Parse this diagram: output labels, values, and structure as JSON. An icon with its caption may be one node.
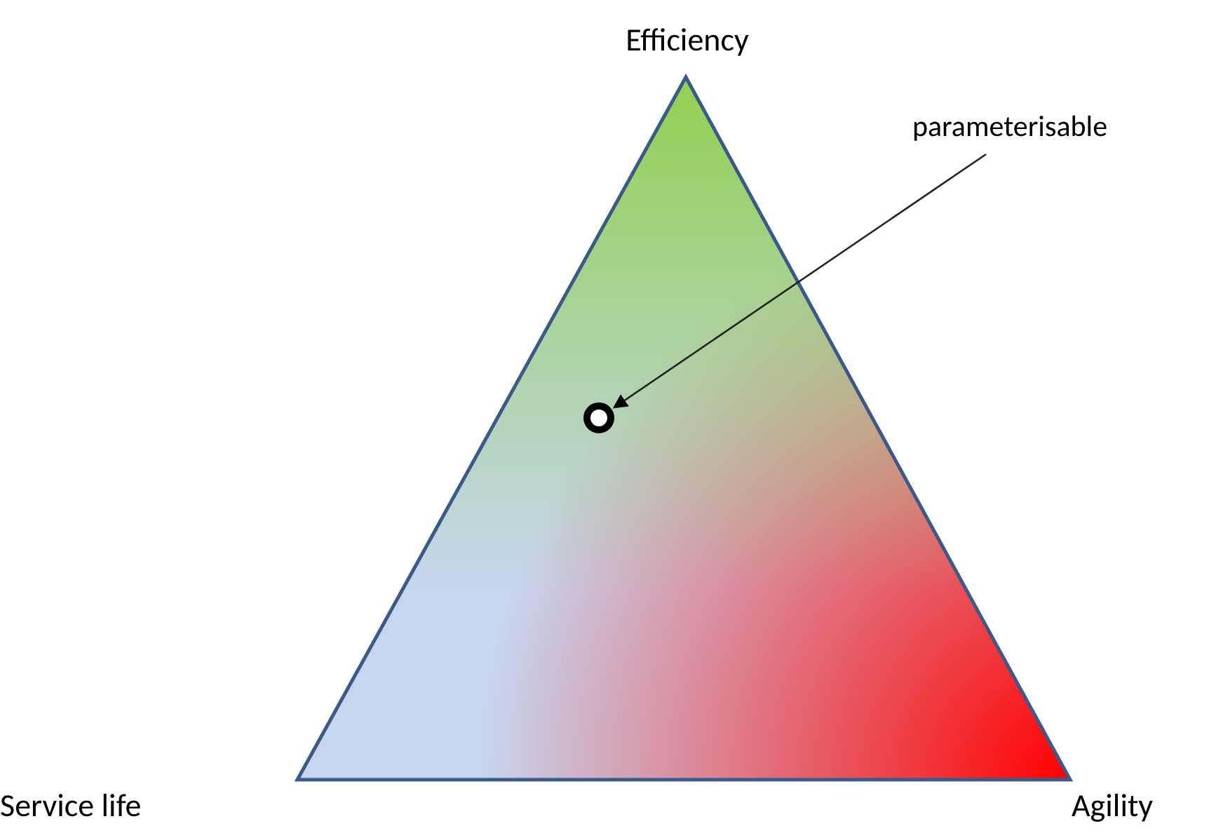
{
  "diagram": {
    "nodes": [
      {
        "text": [
          "parameterisable"
        ]
      },
      {
        "text": [],
        "shape": "circle"
      }
    ],
    "edges": [
      {
        "from": 0,
        "to": 1,
        "arrow": "to"
      }
    ],
    "labels": [
      "Efficiency",
      "Service life",
      "Agility"
    ]
  }
}
